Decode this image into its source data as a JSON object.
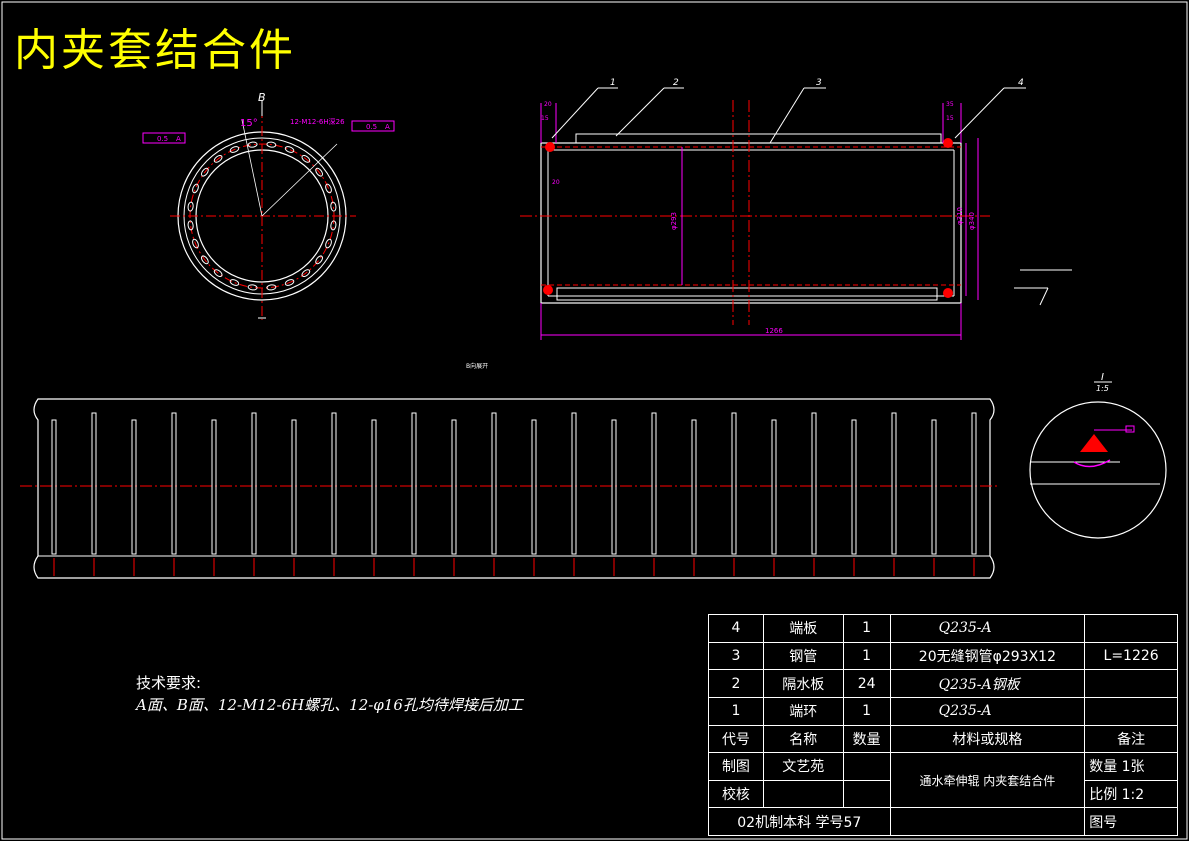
{
  "title": "内夹套结合件",
  "views": {
    "section_label": "B",
    "angle_label": "15°",
    "thread_note": "12-M12-6H深26",
    "tol_left": "0.5",
    "tol_right": "0.5",
    "datum": "A",
    "side_dims": {
      "d1": "20",
      "d2": "15",
      "d3": "35",
      "d4": "15",
      "d5": "20",
      "d6": "φ293",
      "d7": "φ310",
      "d8": "φ340",
      "d9": "1266"
    },
    "balloons": [
      "1",
      "2",
      "3",
      "4"
    ],
    "unroll_label": "B向展开",
    "detail_label": "I",
    "detail_scale": "1:5"
  },
  "tech": {
    "heading": "技术要求:",
    "line": "A面、B面、12-M12-6H螺孔、12-φ16孔均待焊接后加工"
  },
  "bom": {
    "rows": [
      {
        "no": "4",
        "name": "端板",
        "qty": "1",
        "material": "Q235-A",
        "note": ""
      },
      {
        "no": "3",
        "name": "钢管",
        "qty": "1",
        "material": "20无缝钢管φ293X12",
        "note": "L=1226"
      },
      {
        "no": "2",
        "name": "隔水板",
        "qty": "24",
        "material": "Q235-A钢板",
        "note": ""
      },
      {
        "no": "1",
        "name": "端环",
        "qty": "1",
        "material": "Q235-A",
        "note": ""
      }
    ],
    "header": {
      "no": "代号",
      "name": "名称",
      "qty": "数量",
      "material": "材料或规格",
      "note": "备注"
    },
    "drawn_label": "制图",
    "drawn_by": "文艺苑",
    "checked_label": "校核",
    "class_info": "02机制本科 学号57",
    "drawing_title": "通水牵伸辊 内夹套结合件",
    "count": "数量 1张",
    "scale": "比例 1:2",
    "drawing_no": "图号"
  },
  "colors": {
    "line": "#ffffff",
    "center": "#ff0000",
    "dim": "#ff00ff",
    "title": "#ffff00"
  }
}
